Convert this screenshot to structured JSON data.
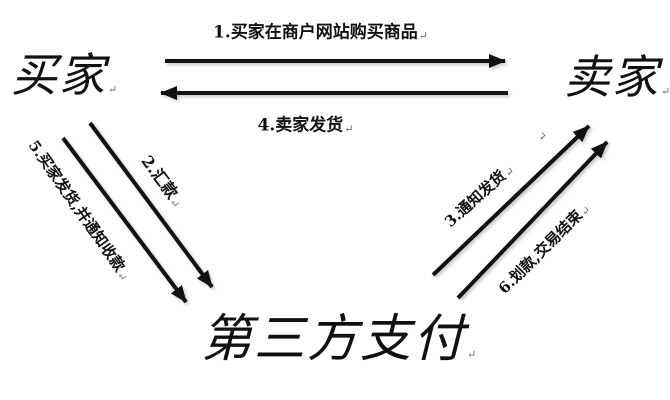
{
  "diagram": {
    "type": "flow-diagram",
    "paragraph_mark": "↵",
    "colors": {
      "arrow": "#111111",
      "text": "#111111",
      "background": "#ffffff",
      "paragraph_mark": "#6b6b6b"
    },
    "nodes": {
      "buyer": {
        "label": "买家"
      },
      "seller": {
        "label": "卖家"
      },
      "third_party": {
        "label": "第三方支付"
      }
    },
    "flows": [
      {
        "step": 1,
        "label": "1.买家在商户网站购买商品",
        "from": "buyer",
        "to": "seller"
      },
      {
        "step": 2,
        "label": "2.汇款",
        "from": "buyer",
        "to": "third_party"
      },
      {
        "step": 3,
        "label": "3.通知发货",
        "from": "third_party",
        "to": "seller"
      },
      {
        "step": 4,
        "label": "4.卖家发货",
        "from": "seller",
        "to": "buyer"
      },
      {
        "step": 5,
        "label": "5.买家发货,并通知收款",
        "from": "buyer",
        "to": "third_party"
      },
      {
        "step": 6,
        "label": "6.划款,交易结束",
        "from": "third_party",
        "to": "seller"
      }
    ]
  }
}
